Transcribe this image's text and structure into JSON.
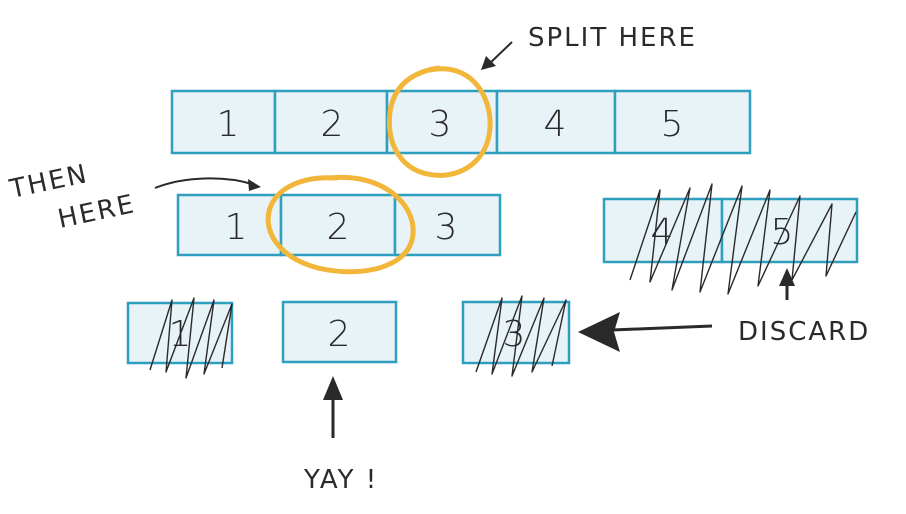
{
  "colors": {
    "cell_fill": "#e8f3f7",
    "cell_stroke": "#2f9fbf",
    "circle": "#f2b63a",
    "ink": "#2a2a2a"
  },
  "rows": {
    "row1": [
      "1",
      "2",
      "3",
      "4",
      "5"
    ],
    "row2": [
      "1",
      "2",
      "3"
    ],
    "row2_discarded": [
      "4",
      "5"
    ],
    "row3": [
      "1",
      "2",
      "3"
    ]
  },
  "annotations": {
    "split_here": "SPLIT HERE",
    "then_line1": "THEN",
    "then_line2": "HERE",
    "discard": "DISCARD",
    "yay": "YAY !"
  }
}
